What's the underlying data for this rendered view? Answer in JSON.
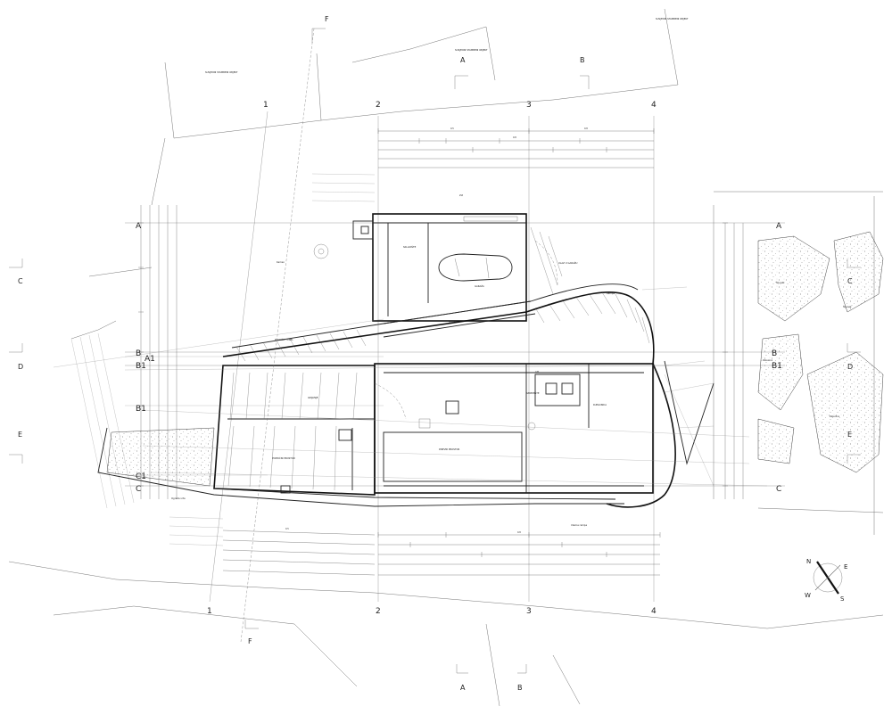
{
  "plan": {
    "column_axes": [
      "1",
      "2",
      "3",
      "4"
    ],
    "row_axes": [
      "A",
      "A1",
      "B",
      "B1",
      "C",
      "C1"
    ],
    "section_markers": [
      "A",
      "B",
      "C",
      "D",
      "E",
      "F"
    ],
    "compass": {
      "n": "N",
      "e": "E",
      "s": "S",
      "w": "W"
    },
    "neighbor_labels": [
      "SUSJEDNI STAMBENI OBJEKT",
      "SUSJEDNI STAMBENI OBJEKT",
      "SUSJEDNI STAMBENI OBJEKT"
    ],
    "room_labels": [
      "SKLADIŠTE",
      "GARAŽA",
      "HODNIK",
      "PLIVAČKI TUNEL",
      "GRIJANJE",
      "ULAZ U GARAŽU",
      "DNEVNI PROSTOR",
      "POMOĆNI PROSTOR",
      "KUPAONICA",
      "SPREMIŠTE",
      "Šljunak",
      "Zelenica"
    ],
    "annotations": [
      "Ograda vrta",
      "Ulazna rampa",
      "Kamen",
      "Zid",
      "Rampa",
      "Lift"
    ]
  }
}
